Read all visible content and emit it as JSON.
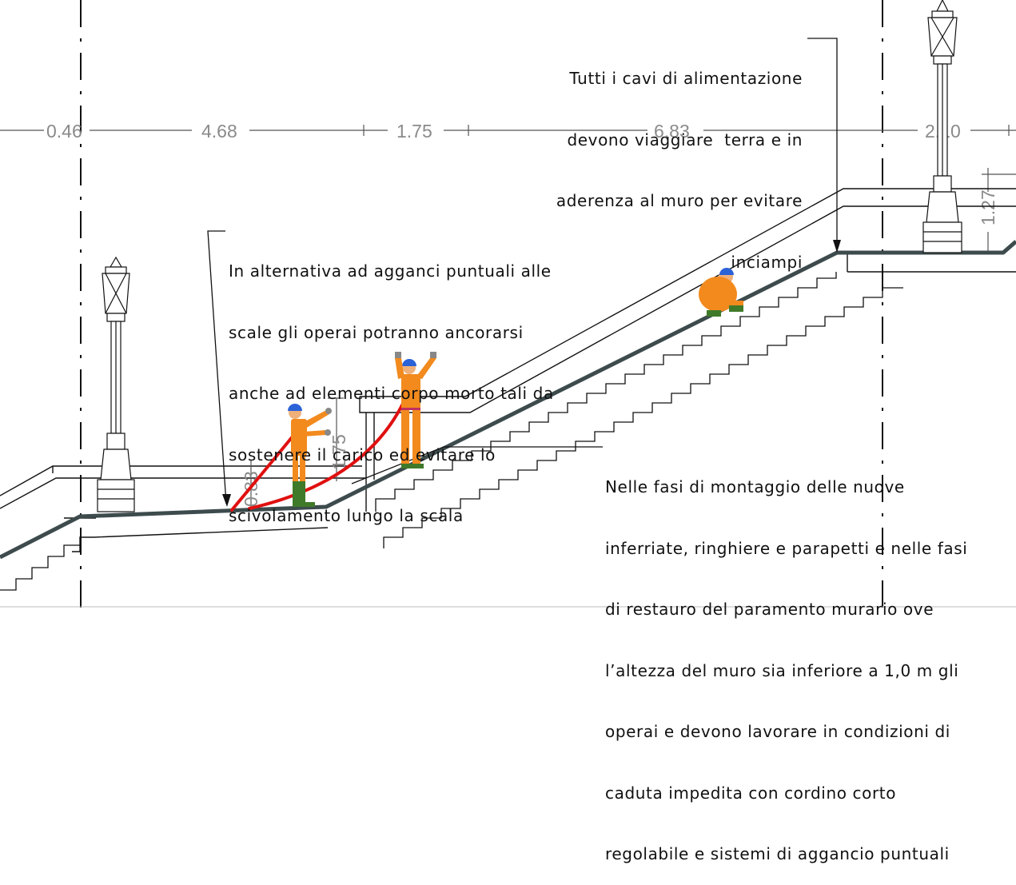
{
  "notes": {
    "top_right": {
      "lines": [
        "Tutti i cavi di alimentazione",
        "devono viaggiare  terra e in",
        "aderenza al muro per evitare",
        "inciampi"
      ]
    },
    "middle_left": {
      "lines": [
        "In alternativa ad agganci puntuali alle",
        "scale gli operai potranno ancorarsi",
        "anche ad elementi corpo morto tali da",
        "sostenere il carico ed evitare lo",
        "scivolamento lungo la scala"
      ]
    },
    "bottom_right": {
      "lines": [
        "Nelle fasi di montaggio delle nuove",
        "inferriate, ringhiere e parapetti e nelle fasi",
        "di restauro del paramento murario ove",
        "l’altezza del muro sia inferiore a 1,0 m gli",
        "operai e devono lavorare in condizioni di",
        "caduta impedita con cordino corto",
        "regolabile e sistemi di aggancio puntuali"
      ]
    }
  },
  "dimensions": {
    "horizontal": [
      "0.46",
      "4.68",
      "1.75",
      "6.83",
      "2.10"
    ],
    "right_vertical": "1.27",
    "worker_reach": "1.75",
    "wall_height": "0.83"
  },
  "colors": {
    "line": "#111111",
    "path": "#3d4b4d",
    "lanyard": "#e01010",
    "worker_suit": "#f28a1e",
    "helmet": "#2a62d8",
    "boots": "#3f7a2a",
    "dimension_text": "#8a8a8a"
  }
}
